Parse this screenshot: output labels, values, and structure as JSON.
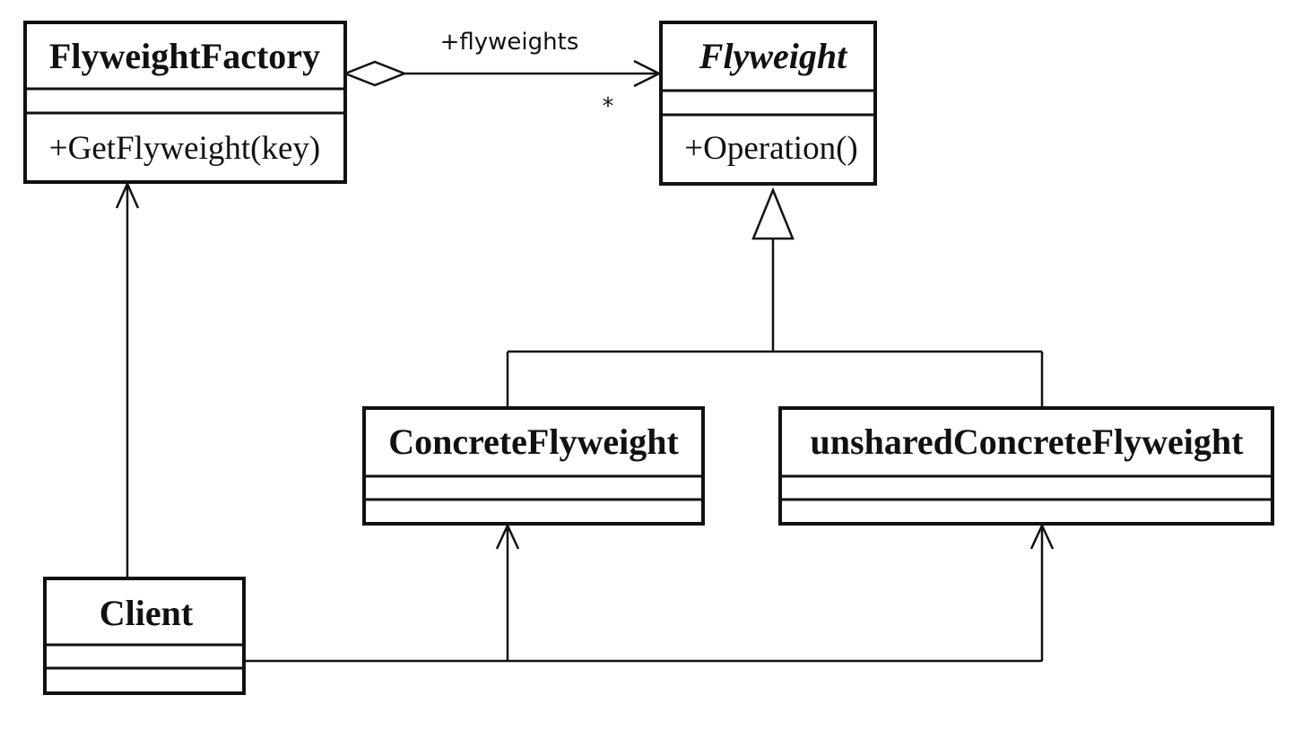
{
  "classes": {
    "factory": {
      "name": "FlyweightFactory",
      "operation": "+GetFlyweight(key)"
    },
    "flyweight": {
      "name": "Flyweight",
      "operation": "+Operation()"
    },
    "concrete": {
      "name": "ConcreteFlyweight"
    },
    "unshared": {
      "name": "unsharedConcreteFlyweight"
    },
    "client": {
      "name": "Client"
    }
  },
  "association": {
    "role": "+flyweights",
    "multiplicity": "*"
  }
}
